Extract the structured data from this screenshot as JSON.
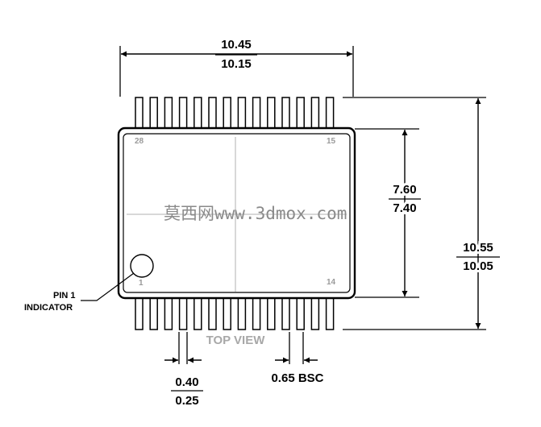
{
  "package": {
    "pin_count": 28,
    "pins_per_side": 14,
    "top_row_first_pin": "28",
    "top_row_last_pin": "15",
    "bottom_row_first_pin": "1",
    "bottom_row_last_pin": "14"
  },
  "dimensions": {
    "overall_width": {
      "max": "10.45",
      "min": "10.15"
    },
    "body_height": {
      "max": "7.60",
      "min": "7.40"
    },
    "overall_height": {
      "max": "10.55",
      "min": "10.05"
    },
    "lead_width": {
      "max": "0.40",
      "min": "0.25"
    },
    "pitch": "0.65 BSC"
  },
  "labels": {
    "pin1_line1": "PIN 1",
    "pin1_line2": "INDICATOR",
    "view": "TOP VIEW",
    "watermark": "莫西网www.3dmox.com"
  },
  "colors": {
    "line": "#000000",
    "pin_number": "#9a9a9a",
    "view_label": "#a8a8a8",
    "watermark": "#8a8a8a",
    "centerline": "#b0b0b0"
  }
}
